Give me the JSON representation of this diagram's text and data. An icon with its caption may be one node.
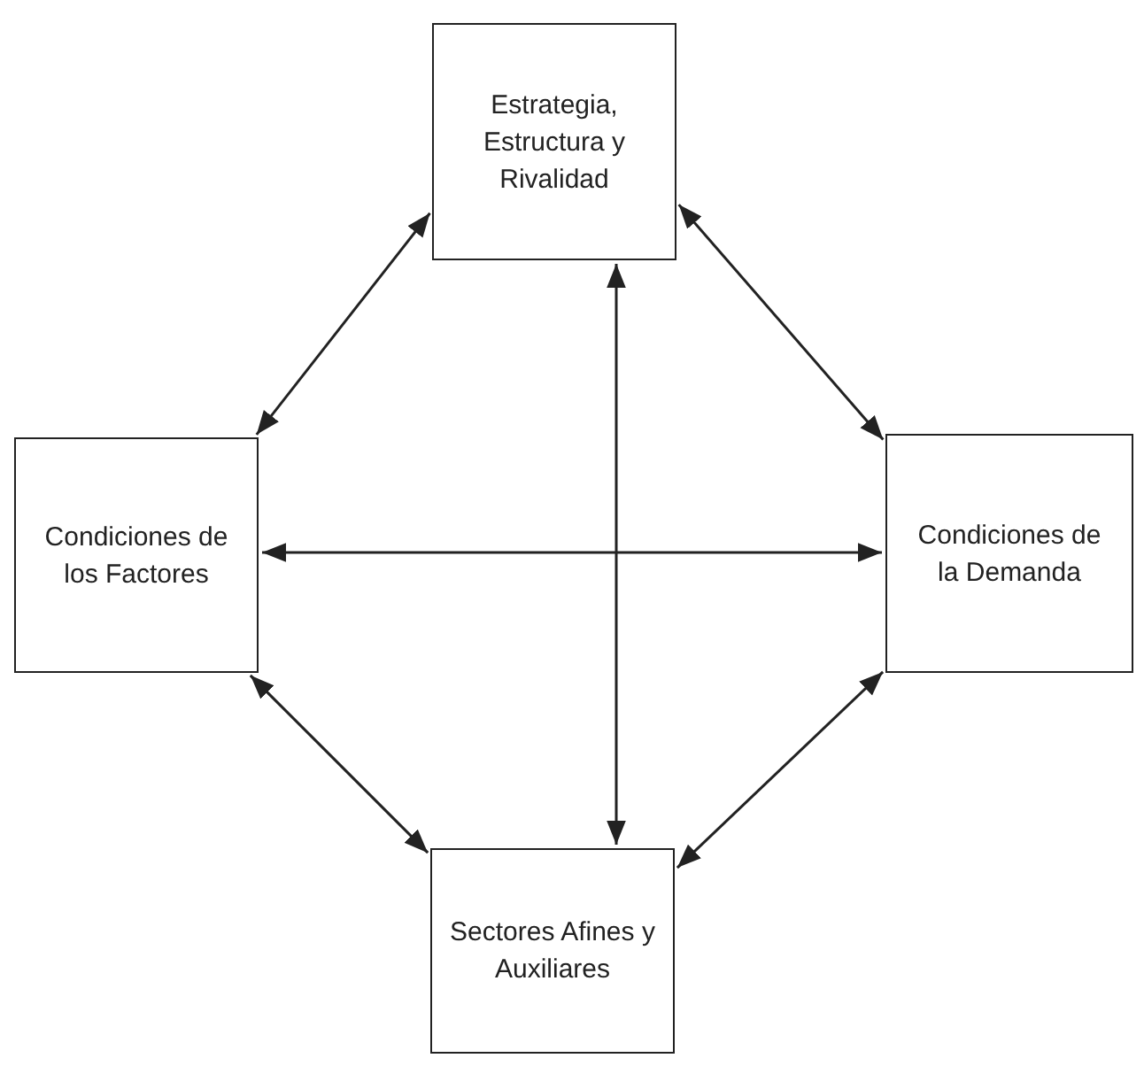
{
  "diagram": {
    "nodes": [
      {
        "text": [
          "Estrategia, Estructura y Rivalidad"
        ]
      },
      {
        "text": [
          "Condiciones de los Factores"
        ]
      },
      {
        "text": [
          "Condiciones de la Demanda"
        ]
      },
      {
        "text": [
          "Sectores Afines y Auxiliares"
        ]
      }
    ],
    "edges": [
      {
        "from": 1,
        "to": 0,
        "arrow": "both"
      },
      {
        "from": 0,
        "to": 2,
        "arrow": "both"
      },
      {
        "from": 1,
        "to": 2,
        "arrow": "both"
      },
      {
        "from": 0,
        "to": 3,
        "arrow": "both"
      },
      {
        "from": 1,
        "to": 3,
        "arrow": "both"
      },
      {
        "from": 3,
        "to": 2,
        "arrow": "both"
      }
    ]
  }
}
